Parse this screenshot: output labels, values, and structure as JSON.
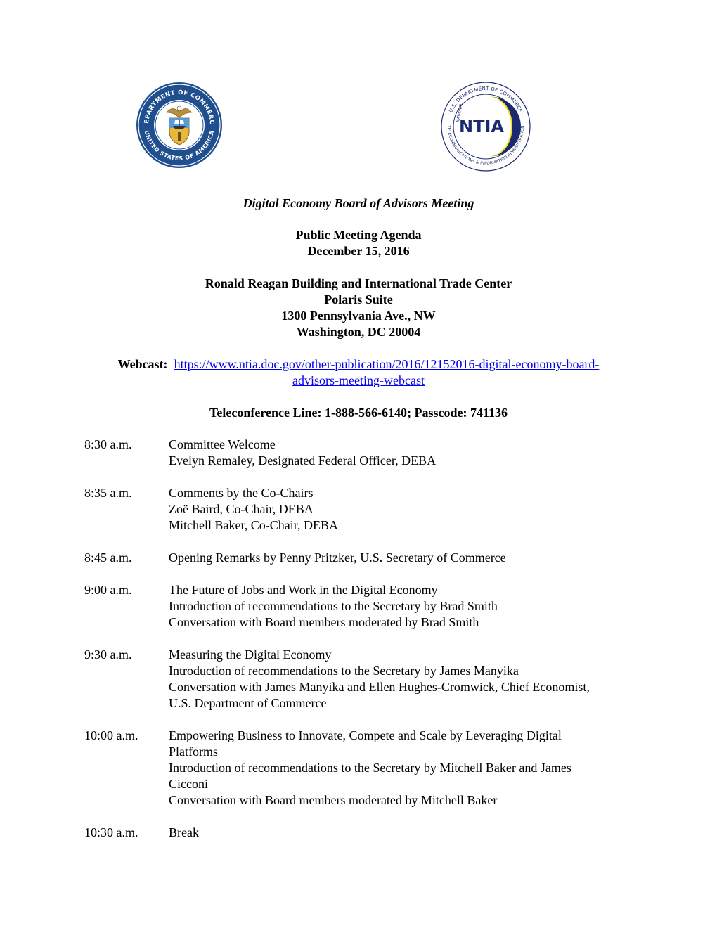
{
  "header": {
    "seal_left_text_top": "DEPARTMENT OF COMMERCE",
    "seal_left_text_bottom": "UNITED STATES OF AMERICA",
    "seal_right_text_top": "U.S. DEPARTMENT OF COMMERCE",
    "seal_right_text_bottom": "TELECOMMUNICATIONS & INFORMATION ADMINISTRATION",
    "seal_right_prefix": "NATIONAL",
    "seal_right_logo": "NTIA"
  },
  "title": "Digital Economy Board of Advisors Meeting",
  "agenda_title": "Public Meeting Agenda",
  "date": "December 15, 2016",
  "venue": {
    "building": "Ronald Reagan Building and International Trade Center",
    "suite": "Polaris Suite",
    "street": "1300 Pennsylvania Ave., NW",
    "city": "Washington, DC  20004"
  },
  "webcast": {
    "label": "Webcast:",
    "url_line1": "https://www.ntia.doc.gov/other-publication/2016/12152016-digital-economy-board-",
    "url_line2": "advisors-meeting-webcast"
  },
  "teleconference": "Teleconference Line:  1-888-566-6140; Passcode: 741136",
  "agenda": [
    {
      "time": "8:30 a.m.",
      "lines": [
        "Committee Welcome",
        "Evelyn Remaley, Designated Federal Officer, DEBA"
      ]
    },
    {
      "time": "8:35 a.m.",
      "lines": [
        "Comments by the Co-Chairs",
        "Zoë Baird, Co-Chair, DEBA",
        "Mitchell Baker, Co-Chair, DEBA"
      ]
    },
    {
      "time": "8:45 a.m.",
      "lines": [
        "Opening Remarks by Penny Pritzker, U.S. Secretary of Commerce"
      ]
    },
    {
      "time": "9:00 a.m.",
      "lines": [
        "The Future of Jobs and Work in the Digital Economy",
        "Introduction of recommendations to the Secretary by Brad Smith",
        "Conversation with Board members moderated by Brad Smith"
      ]
    },
    {
      "time": "9:30 a.m.",
      "lines": [
        "Measuring the Digital Economy",
        "Introduction of recommendations to the Secretary by James Manyika",
        "Conversation with James Manyika and Ellen Hughes-Cromwick, Chief Economist,",
        "U.S. Department of Commerce"
      ]
    },
    {
      "time": "10:00 a.m.",
      "lines": [
        "Empowering Business to Innovate, Compete and Scale by Leveraging Digital",
        "Platforms",
        "Introduction of recommendations to the Secretary by Mitchell Baker and James",
        "Cicconi",
        "Conversation with Board members moderated by Mitchell Baker"
      ]
    },
    {
      "time": "10:30 a.m.",
      "lines": [
        "Break"
      ]
    }
  ]
}
